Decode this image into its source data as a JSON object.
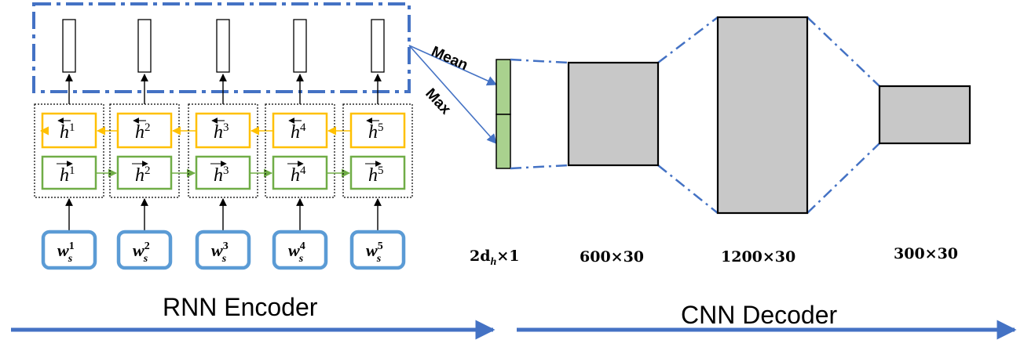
{
  "encoder": {
    "title": "RNN Encoder",
    "backward_state_symbol": "h",
    "forward_state_symbol": "h",
    "word_symbol": "w",
    "word_subscript": "s",
    "steps": [
      "1",
      "2",
      "3",
      "4",
      "5"
    ]
  },
  "pooling": {
    "mean_label": "Mean",
    "max_label": "Max"
  },
  "decoder": {
    "title": "CNN Decoder",
    "dims": {
      "pooled": "2d",
      "pooled_sub": "h",
      "pooled_rest": "×1",
      "conv1": "600×30",
      "conv2": "1200×30",
      "output": "300×30"
    }
  },
  "colors": {
    "blue": "#4472C4",
    "word_box": "#5B9BD5",
    "backward": "#FFC000",
    "forward": "#70AD47",
    "pooled_fill": "#A9D18E",
    "block_fill": "#C8C8C8"
  }
}
